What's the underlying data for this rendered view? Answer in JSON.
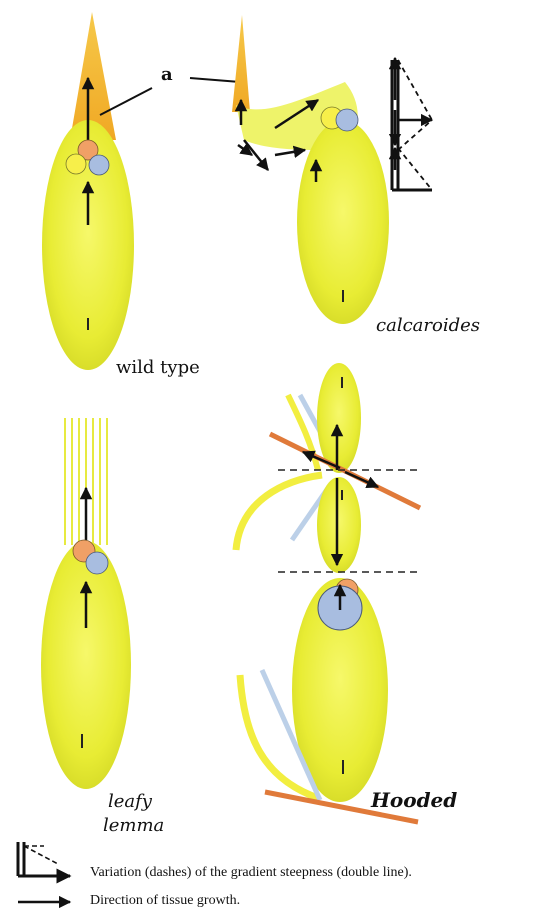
{
  "labels": {
    "a": "a",
    "wild_type": "wild type",
    "calcaroides": "calcaroides",
    "leafy": "leafy",
    "lemma": "lemma",
    "hooded": "Hooded",
    "tick": "I"
  },
  "legend": {
    "gradient": "Variation (dashes) of the gradient steepness (double line).",
    "growth": "Direction of tissue growth."
  },
  "colors": {
    "organ_fill": "#eaee3a",
    "organ_edge": "#d7dc2a",
    "spur": "#f2b324",
    "orange_circle": "#f0a066",
    "yellow_circle": "#f7ef4a",
    "blue_circle": "#a8bde0",
    "orange_line": "#e07a3a",
    "blue_line": "#bcd0e8",
    "yellow_line": "#f2ee40"
  }
}
